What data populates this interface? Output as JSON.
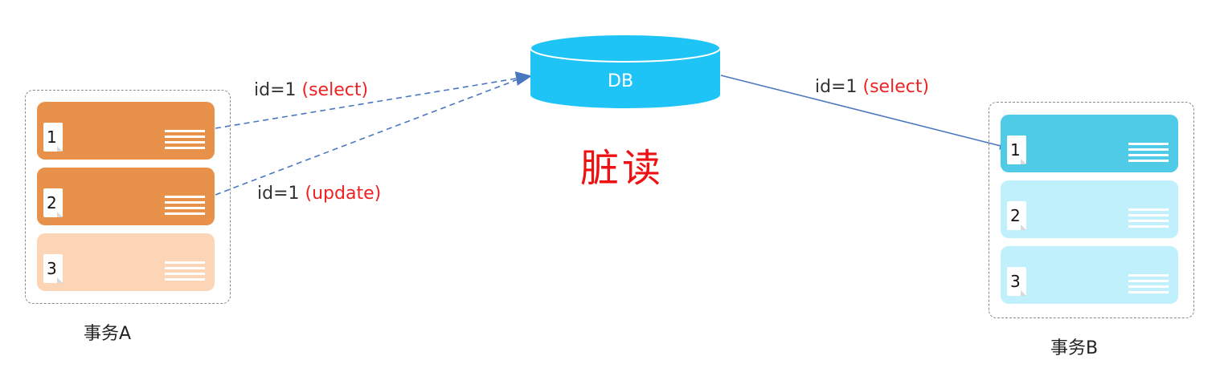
{
  "db": {
    "label": "DB"
  },
  "title": "脏读",
  "transaction_a": {
    "label": "事务A",
    "rows": [
      {
        "num": "1",
        "state": "active"
      },
      {
        "num": "2",
        "state": "active"
      },
      {
        "num": "3",
        "state": "inactive"
      }
    ]
  },
  "transaction_b": {
    "label": "事务B",
    "rows": [
      {
        "num": "1",
        "state": "active"
      },
      {
        "num": "2",
        "state": "inactive"
      },
      {
        "num": "3",
        "state": "inactive"
      }
    ]
  },
  "arrows": {
    "a_select": {
      "prefix": "id=1 ",
      "op": "(select)"
    },
    "a_update": {
      "prefix": "id=1 ",
      "op": "(update)"
    },
    "b_select": {
      "prefix": "id=1 ",
      "op": "(select)"
    }
  },
  "colors": {
    "a_active": "#e8914a",
    "a_inactive": "#fcd5b7",
    "b_active": "#4fcbe8",
    "b_inactive": "#bff0fb",
    "db_fill": "#1ec4f5",
    "arrow": "#4a78c0",
    "op_text": "#ee2222"
  }
}
